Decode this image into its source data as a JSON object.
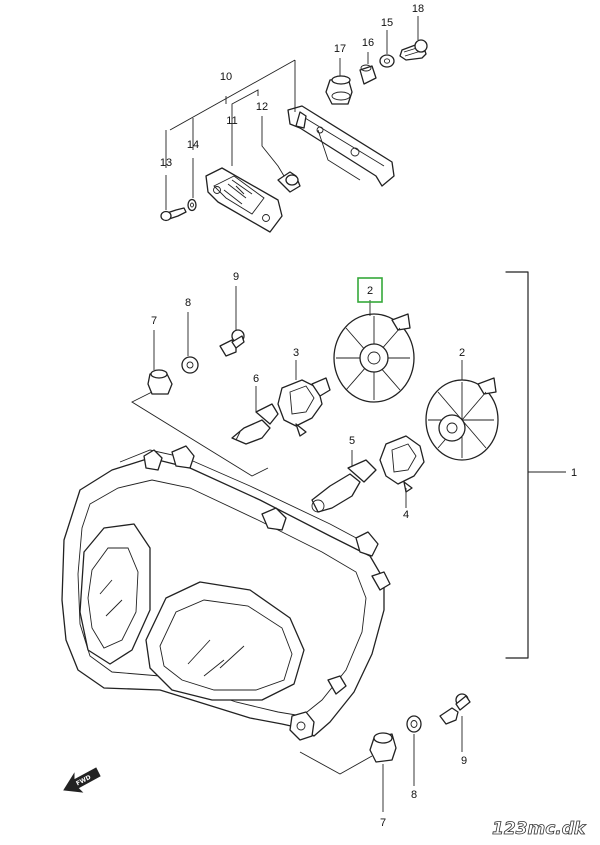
{
  "callouts": {
    "c1": "1",
    "c2_highlighted": "2",
    "c2_lower": "2",
    "c3": "3",
    "c4": "4",
    "c5": "5",
    "c6": "6",
    "c7_upper": "7",
    "c7_lower": "7",
    "c8_upper": "8",
    "c8_lower": "8",
    "c9_upper": "9",
    "c9_lower": "9",
    "c10": "10",
    "c11": "11",
    "c12": "12",
    "c13": "13",
    "c14": "14",
    "c15": "15",
    "c16": "16",
    "c17": "17",
    "c18": "18"
  },
  "fwd_arrow_label": "FWD",
  "watermark": "123mc.dk",
  "colors": {
    "line": "#222222",
    "highlight": "#35a83a",
    "background": "#ffffff"
  }
}
